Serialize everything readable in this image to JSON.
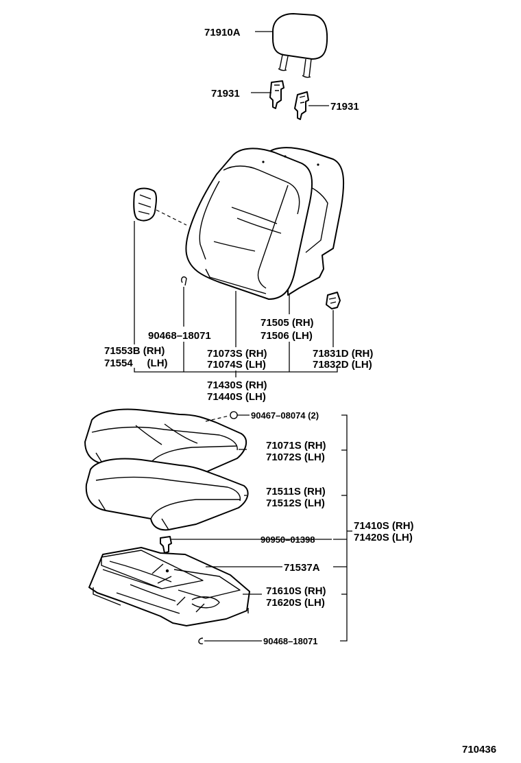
{
  "diagram_id": "710436",
  "parts": {
    "headrest": "71910A",
    "headrest_support_left": "71931",
    "headrest_support_right": "71931",
    "seatback_pad": "71553B (RH)",
    "seatback_pad_lh": "71554     (LH)",
    "hog_ring_upper": "90468–18071",
    "seatback_cover_rh": "71073S (RH)",
    "seatback_cover_lh": "71074S (LH)",
    "seatback_frame_rh": "71505 (RH)",
    "seatback_frame_lh": "71506 (LH)",
    "hinge_cover_rh": "71831D (RH)",
    "hinge_cover_lh": "71832D (LH)",
    "seatback_assy_rh": "71430S (RH)",
    "seatback_assy_lh": "71440S (LH)",
    "clip_upper": "90467–08074 (2)",
    "cushion_cover_rh": "71071S (RH)",
    "cushion_cover_lh": "71072S (LH)",
    "cushion_pad_rh": "71511S (RH)",
    "cushion_pad_lh": "71512S (LH)",
    "cushion_assy_rh": "71410S (RH)",
    "cushion_assy_lh": "71420S (LH)",
    "bolt": "90950–01398",
    "spring": "71537A",
    "cushion_frame_rh": "71610S (RH)",
    "cushion_frame_lh": "71620S (LH)",
    "hog_ring_lower": "90468–18071"
  }
}
